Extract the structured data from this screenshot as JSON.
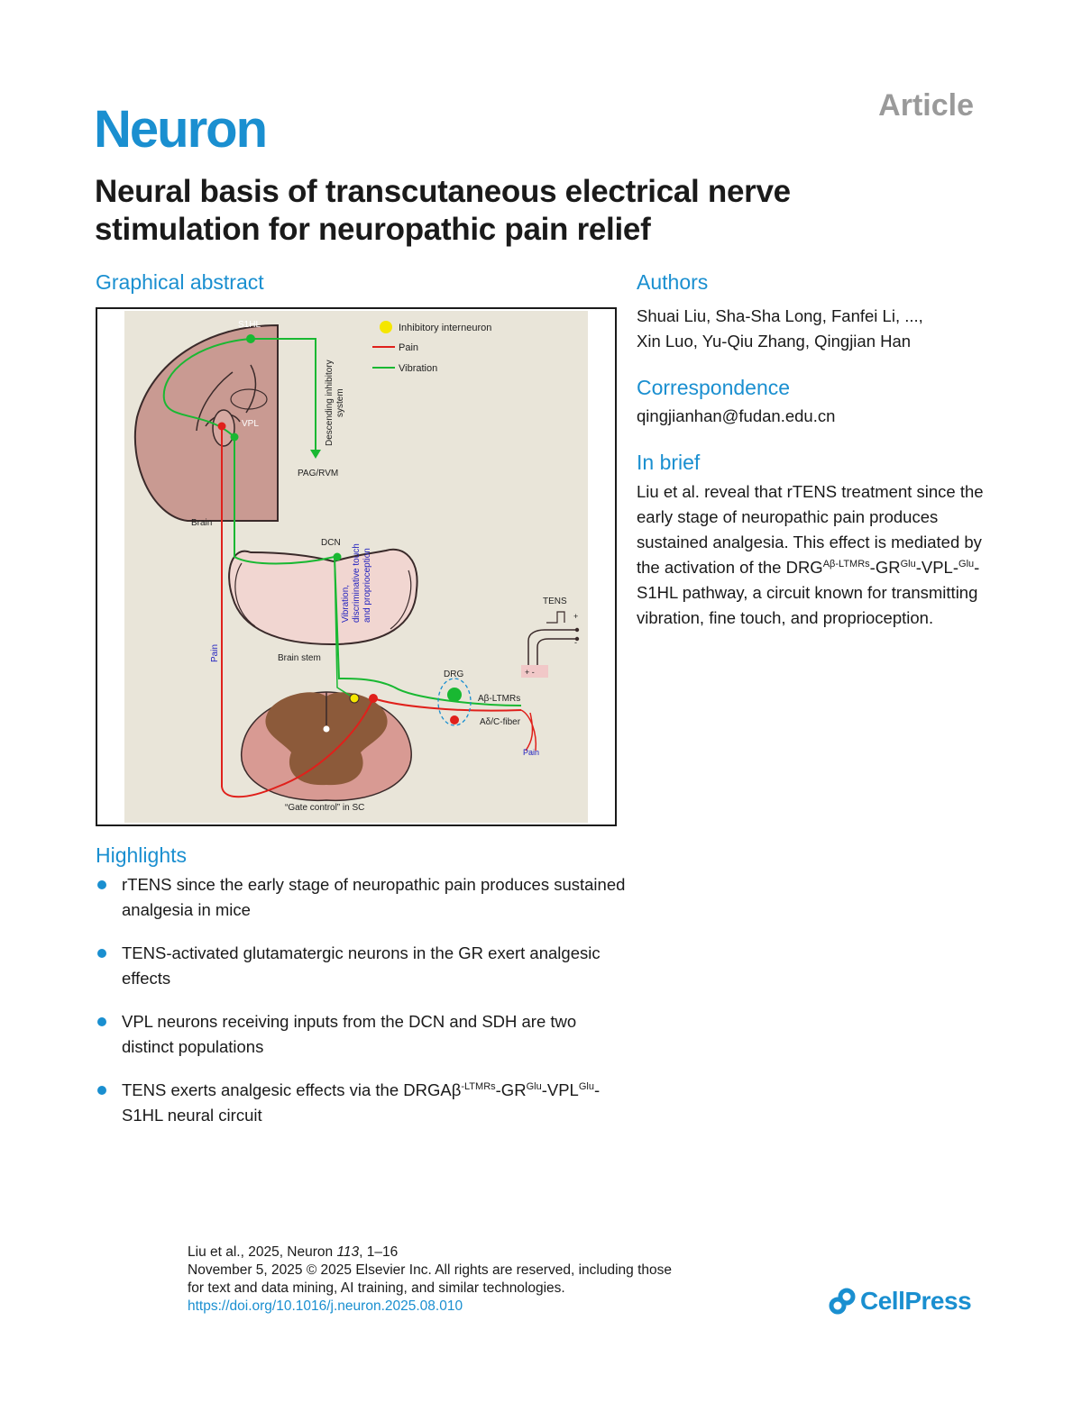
{
  "journal": "Neuron",
  "article_type": "Article",
  "title": "Neural basis of transcutaneous electrical nerve stimulation for neuropathic pain relief",
  "sections": {
    "graphical_abstract": "Graphical abstract",
    "authors": "Authors",
    "correspondence": "Correspondence",
    "in_brief": "In brief",
    "highlights": "Highlights"
  },
  "authors_line1": "Shuai Liu, Sha-Sha Long, Fanfei Li, ...,",
  "authors_line2": "Xin Luo, Yu-Qiu Zhang, Qingjian Han",
  "email": "qingjianhan@fudan.edu.cn",
  "in_brief": {
    "part1": "Liu et al. reveal that rTENS treatment since the early stage of neuropathic pain produces sustained analgesia. This effect is mediated by the activation of the DRG",
    "sup1": "Aβ-LTMRs",
    "part2": "-GR",
    "sup2": "Glu",
    "part3": "-VPL-",
    "sup3": "Glu",
    "part4": "-S1HL pathway, a circuit known for transmitting vibration, fine touch, and proprioception."
  },
  "highlights": [
    "rTENS since the early stage of neuropathic pain produces sustained analgesia in mice",
    "TENS-activated glutamatergic neurons in the GR exert analgesic effects",
    "VPL neurons receiving inputs from the DCN and SDH are two distinct populations"
  ],
  "highlight4": {
    "part1": "TENS exerts analgesic effects via the DRGAβ",
    "sup1": "-LTMRs",
    "part2": "-GR",
    "sup2": "Glu",
    "part3": "-VPL",
    "sup3": "Glu",
    "part4": "-S1HL neural circuit"
  },
  "diagram": {
    "legend": {
      "inhibitory": "Inhibitory interneuron",
      "pain": "Pain",
      "vibration": "Vibration"
    },
    "labels": {
      "s1hl": "S1HL",
      "vpl": "VPL",
      "descending1": "Descending inhibitory",
      "descending2": "system",
      "pag": "PAG/RVM",
      "brain": "Brain",
      "dcn": "DCN",
      "brainstem": "Brain stem",
      "vib1": "Vibration,",
      "vib2": "discriminative touch",
      "vib3": "and proprioception",
      "pain_vertical": "Pain",
      "tens": "TENS",
      "plus": "+",
      "minus": "-",
      "electrode": "+ -",
      "drg": "DRG",
      "ab": "Aβ-LTMRs",
      "ad": "Aδ/C-fiber",
      "pain_small": "Pain",
      "gate": "“Gate control” in SC"
    },
    "colors": {
      "pain": "#e0201b",
      "vibration": "#19b832",
      "inhibitory": "#f5e600",
      "background": "#e9e5d9",
      "brain": "#c99a92"
    }
  },
  "footer": {
    "citation_pre": "Liu et al., 2025, Neuron ",
    "volume": "113",
    "citation_post": ", 1–16",
    "line2": "November 5, 2025 © 2025 Elsevier Inc. All rights are reserved, including those",
    "line3": "for text and data mining, AI training, and similar technologies.",
    "doi": "https://doi.org/10.1016/j.neuron.2025.08.010"
  },
  "publisher": "CellPress"
}
